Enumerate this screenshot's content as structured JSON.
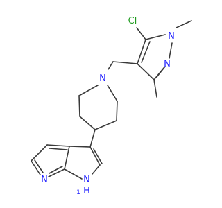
{
  "molecule": {
    "atoms": {
      "cl": "Cl",
      "n_methyl": "N",
      "n_pyrazole": "N",
      "n_piperidine": "N",
      "n_pyridine": "N",
      "nh_pyrrole": "N",
      "nh_hydrogen": "H",
      "nh_hydrogen_sub": "1"
    },
    "colors": {
      "bond": "#3a3a3a",
      "nitrogen": "#1a1aff",
      "chlorine": "#1e9a1e",
      "background": "#ffffff"
    }
  }
}
